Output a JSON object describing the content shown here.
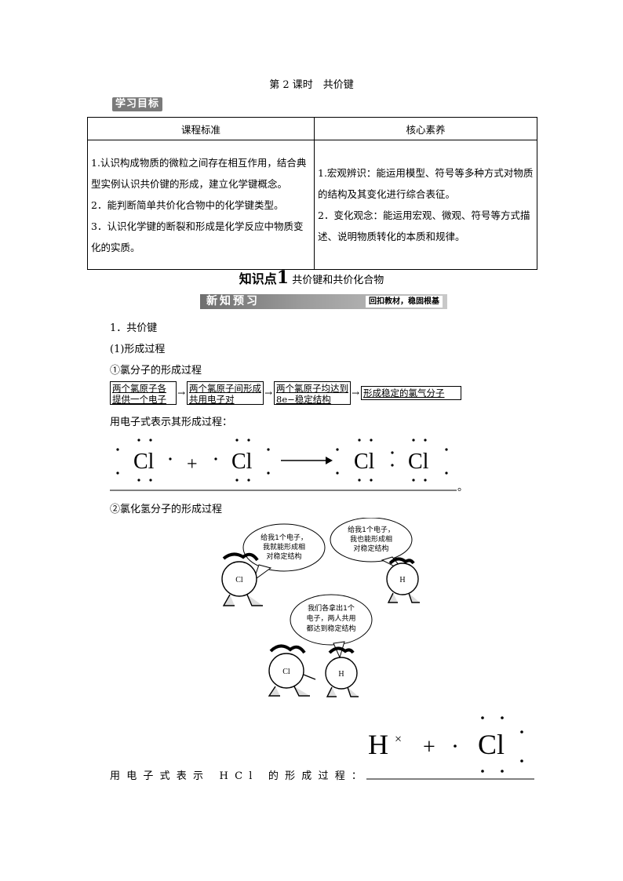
{
  "title": "第 2 课时　共价键",
  "badge": "学习目标",
  "table": {
    "headers": [
      "课程标准",
      "核心素养"
    ],
    "col1": [
      "1.认识构成物质的微粒之间存在相互作用，结合典型实例认识共价键的形成，建立化学键概念。",
      "2．能判断简单共价化合物中的化学键类型。",
      "3．认识化学键的断裂和形成是化学反应中物质变化的实质。"
    ],
    "col2": [
      "1.宏观辨识：能运用模型、符号等多种方式对物质的结构及其变化进行综合表征。",
      "2．变化观念：能运用宏观、微观、符号等方式描述、说明物质转化的本质和规律。"
    ]
  },
  "knowledge_point": {
    "label": "知识点",
    "number": "1",
    "topic": "共价键和共价化合物"
  },
  "banner": {
    "left": "新知预习",
    "right": "回扣教材，稳固根基"
  },
  "section1": "1．共价键",
  "sub1": "(1)形成过程",
  "item1": "①氯分子的形成过程",
  "flow": [
    "两个氯原子各提供一个电子",
    "两个氯原子间形成共用电子对",
    "两个氯原子均达到8e−稳定结构",
    "形成稳定的氯气分子"
  ],
  "line_label1": "用电子式表示其形成过程：",
  "cl2_eq": {
    "atom": "Cl",
    "plus": "+",
    "end": "。"
  },
  "item2": "②氯化氢分子的形成过程",
  "bubbles": {
    "cl_says": "给我1个电子，我就能形成相对稳定结构",
    "h_says": "给我1个电子，我也能形成相对稳定结构",
    "both_say": "我们各拿出1个电子，两人共用都达到稳定结构"
  },
  "labels": {
    "cl": "Cl",
    "h": "H"
  },
  "hcl_label": "用电子式表示 HCl 的形成过程：",
  "hcl_eq": {
    "h": "H",
    "x": "×",
    "plus": "+",
    "cl": "Cl"
  }
}
